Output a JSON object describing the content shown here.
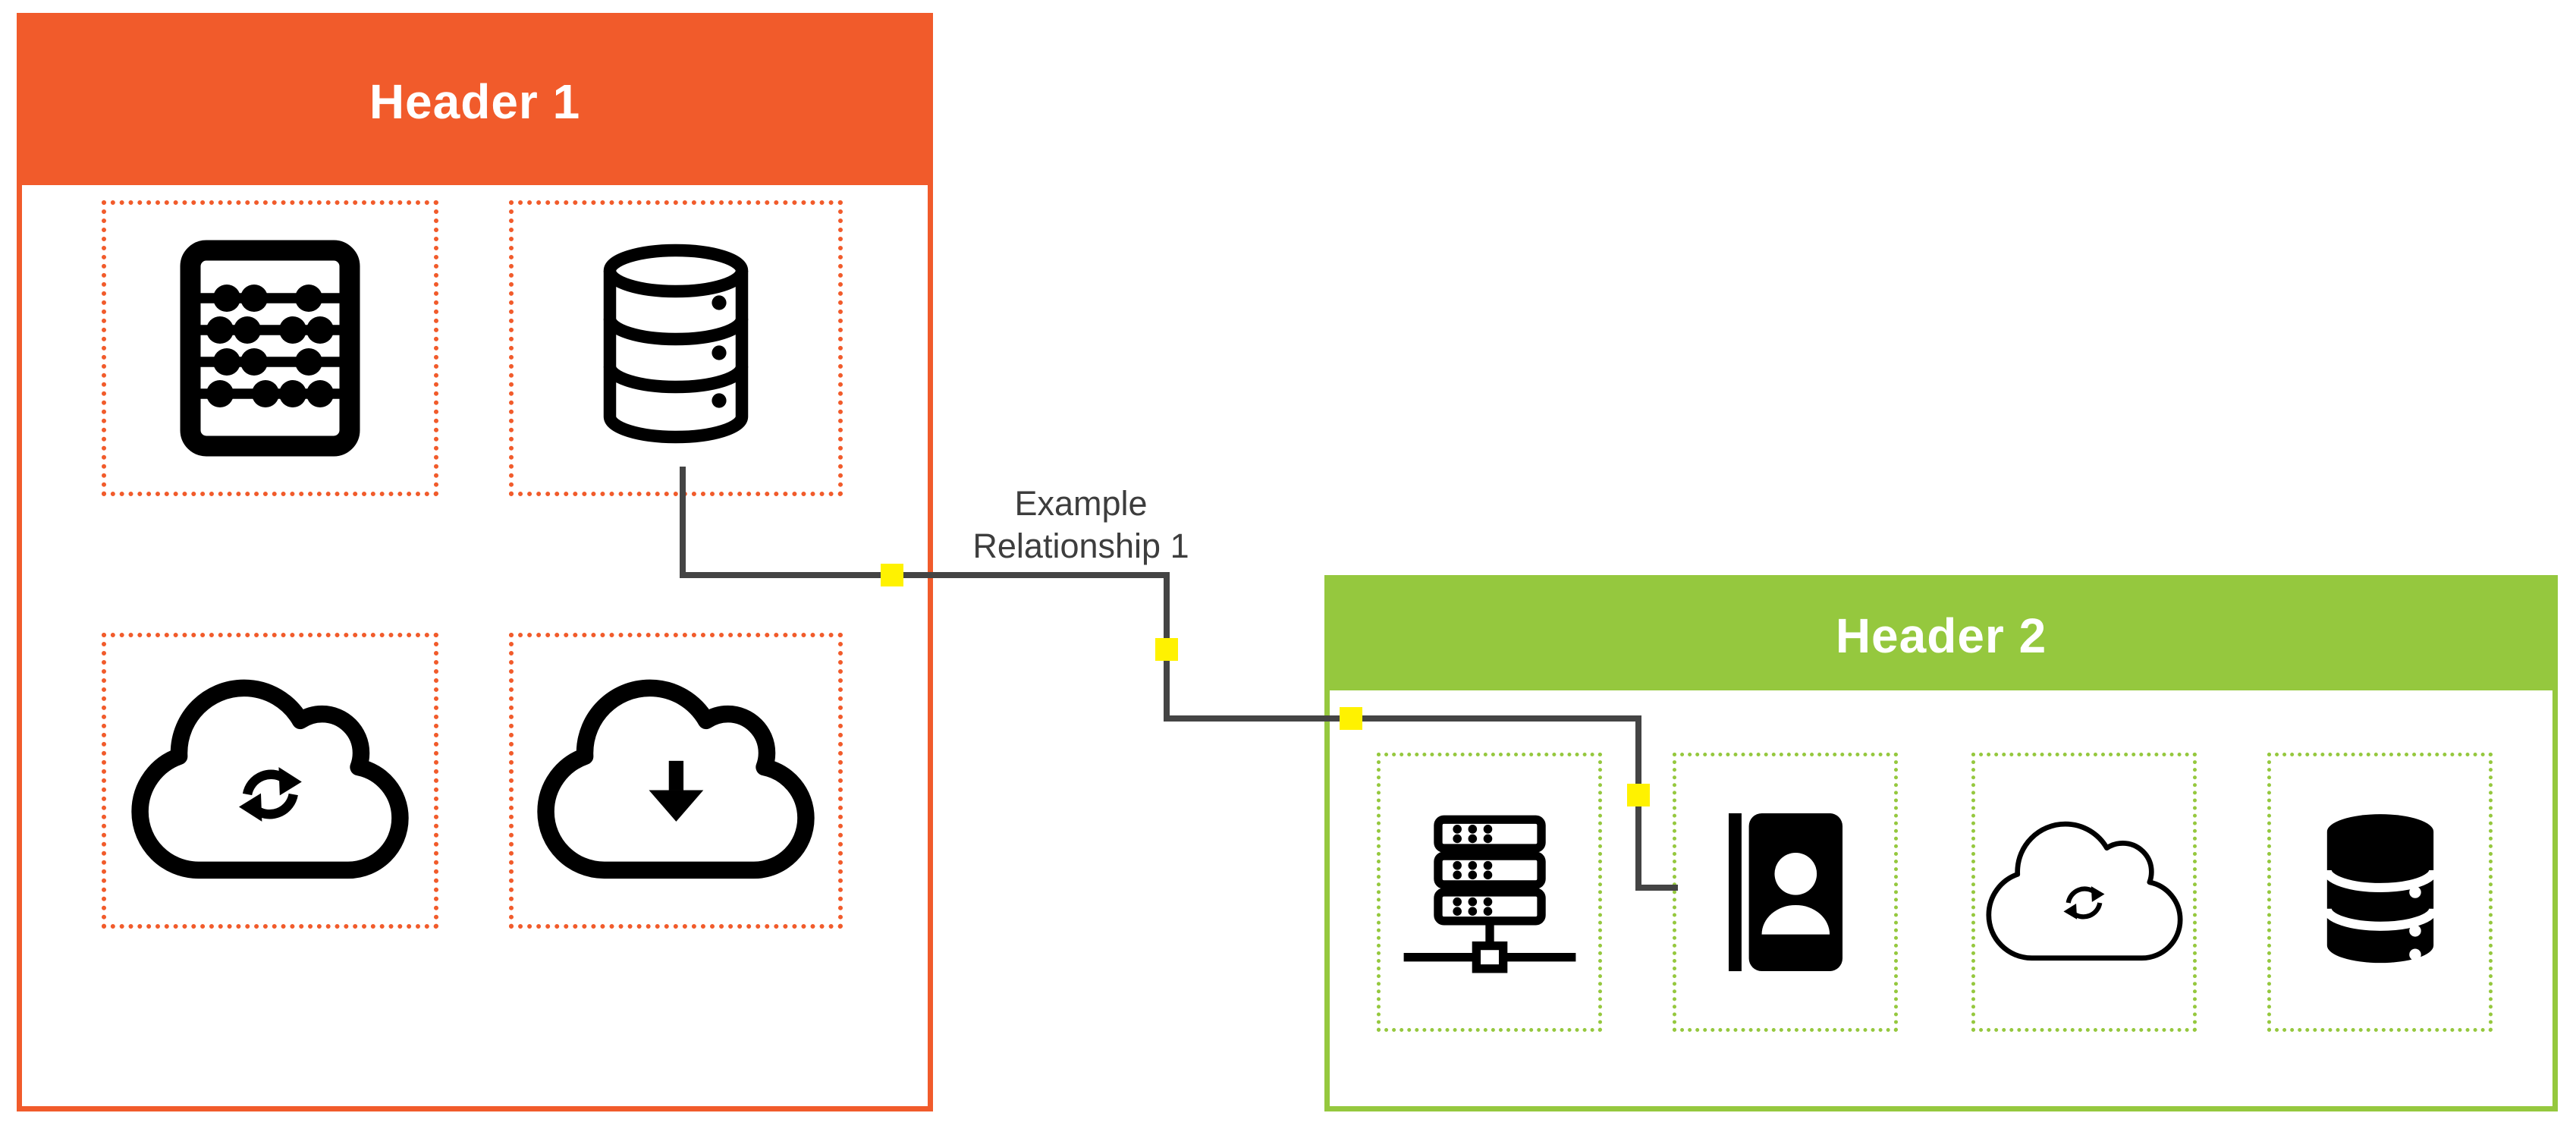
{
  "colors": {
    "orange": "#F15B2B",
    "green": "#95C83E",
    "connector_gray": "#444444",
    "waypoint_yellow": "#FFF200",
    "icon_black": "#000000",
    "background": "#FFFFFF",
    "header_text": "#FFFFFF"
  },
  "group1": {
    "title": "Header 1",
    "items": [
      {
        "icon": "abacus-icon"
      },
      {
        "icon": "database-outline-icon"
      },
      {
        "icon": "cloud-sync-icon"
      },
      {
        "icon": "cloud-download-icon"
      }
    ]
  },
  "group2": {
    "title": "Header 2",
    "items": [
      {
        "icon": "server-network-icon"
      },
      {
        "icon": "address-book-icon"
      },
      {
        "icon": "cloud-sync-outline-icon"
      },
      {
        "icon": "database-solid-icon"
      }
    ]
  },
  "relationship": {
    "label": "Example Relationship 1",
    "lines": [
      "Example",
      "Relationship 1"
    ],
    "from": "database-outline-icon",
    "to": "address-book-icon"
  }
}
